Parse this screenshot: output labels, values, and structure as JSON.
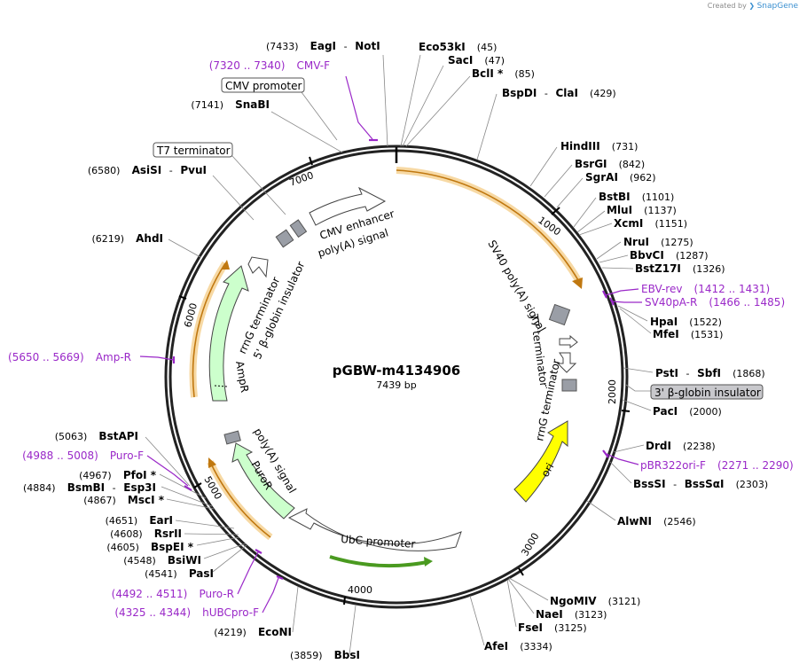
{
  "brand": {
    "prefix": "Created by",
    "name": "SnapGene"
  },
  "plasmid": {
    "name": "pGBW-m4134906",
    "size_label": "7439 bp"
  },
  "ticks": [
    "1000",
    "2000",
    "3000",
    "4000",
    "5000",
    "6000",
    "7000"
  ],
  "sites": [
    {
      "name": "EagI",
      "sep": " - ",
      "name2": "NotI",
      "pos": "(7433)"
    },
    {
      "name": "Eco53kI",
      "pos": "(45)"
    },
    {
      "name": "SacI",
      "pos": "(47)"
    },
    {
      "name": "BclI *",
      "pos": "(85)"
    },
    {
      "name": "BspDI",
      "sep": " - ",
      "name2": "ClaI",
      "pos": "(429)"
    },
    {
      "name": "HindIII",
      "pos": "(731)"
    },
    {
      "name": "BsrGI",
      "pos": "(842)"
    },
    {
      "name": "SgrAI",
      "pos": "(962)"
    },
    {
      "name": "BstBI",
      "pos": "(1101)"
    },
    {
      "name": "MluI",
      "pos": "(1137)"
    },
    {
      "name": "XcmI",
      "pos": "(1151)"
    },
    {
      "name": "NruI",
      "pos": "(1275)"
    },
    {
      "name": "BbvCI",
      "pos": "(1287)"
    },
    {
      "name": "BstZ17I",
      "pos": "(1326)"
    },
    {
      "name": "HpaI",
      "pos": "(1522)"
    },
    {
      "name": "MfeI",
      "pos": "(1531)"
    },
    {
      "name": "PstI",
      "sep": " - ",
      "name2": "SbfI",
      "pos": "(1868)"
    },
    {
      "name": "PacI",
      "pos": "(2000)"
    },
    {
      "name": "DrdI",
      "pos": "(2238)"
    },
    {
      "name": "BssSI",
      "sep": " - ",
      "name2": "BssSαI",
      "pos": "(2303)"
    },
    {
      "name": "AlwNI",
      "pos": "(2546)"
    },
    {
      "name": "NgoMIV",
      "pos": "(3121)"
    },
    {
      "name": "NaeI",
      "pos": "(3123)"
    },
    {
      "name": "FseI",
      "pos": "(3125)"
    },
    {
      "name": "AfeI",
      "pos": "(3334)"
    },
    {
      "name": "BbsI",
      "pos": "(3859)"
    },
    {
      "name": "EcoNI",
      "pos": "(4219)"
    },
    {
      "name": "PasI",
      "pos": "(4541)"
    },
    {
      "name": "BsiWI",
      "pos": "(4548)"
    },
    {
      "name": "BspEI *",
      "pos": "(4605)"
    },
    {
      "name": "RsrII",
      "pos": "(4608)"
    },
    {
      "name": "EarI",
      "pos": "(4651)"
    },
    {
      "name": "MscI *",
      "pos": "(4867)"
    },
    {
      "name": "BsmBI",
      "sep": " - ",
      "name2": "Esp3I",
      "pos": "(4884)"
    },
    {
      "name": "PfoI *",
      "pos": "(4967)"
    },
    {
      "name": "BstAPI",
      "pos": "(5063)"
    },
    {
      "name": "AhdI",
      "pos": "(6219)"
    },
    {
      "name": "AsiSI",
      "sep": " - ",
      "name2": "PvuI",
      "pos": "(6580)"
    },
    {
      "name": "SnaBI",
      "pos": "(7141)"
    }
  ],
  "primers": [
    {
      "range": "(7320 .. 7340)",
      "name": "CMV-F"
    },
    {
      "name": "EBV-rev",
      "range": "(1412 .. 1431)"
    },
    {
      "name": "SV40pA-R",
      "range": "(1466 .. 1485)"
    },
    {
      "name": "pBR322ori-F",
      "range": "(2271 .. 2290)"
    },
    {
      "range": "(4988 .. 5008)",
      "name": "Puro-F"
    },
    {
      "range": "(5650 .. 5669)",
      "name": "Amp-R"
    },
    {
      "range": "(4492 .. 4511)",
      "name": "Puro-R"
    },
    {
      "range": "(4325 .. 4344)",
      "name": "hUBCpro-F"
    }
  ],
  "boxed_features": [
    "CMV promoter",
    "T7 terminator",
    "3' β-globin insulator"
  ],
  "features": {
    "cmv_enhancer": "CMV enhancer",
    "polya_top": "poly(A) signal",
    "rrng_left": "rrnG terminator",
    "beta_globin_left": "5' β-globin insulator",
    "ampr": "AmpR",
    "sv40": "SV40 poly(A) signal",
    "t7_right": "T7 terminator",
    "rrng_right": "rrnG terminator",
    "ori": "ori",
    "polya_left": "poly(A) signal",
    "puror": "PuroR",
    "ubc": "UbC promoter"
  },
  "colors": {
    "primer": "#9a28c8",
    "orf": "#f0a030",
    "ori": "#ffff00",
    "marker": "#ccffcc",
    "terminator": "#9a9ea6",
    "promoter": "#66cc33"
  }
}
